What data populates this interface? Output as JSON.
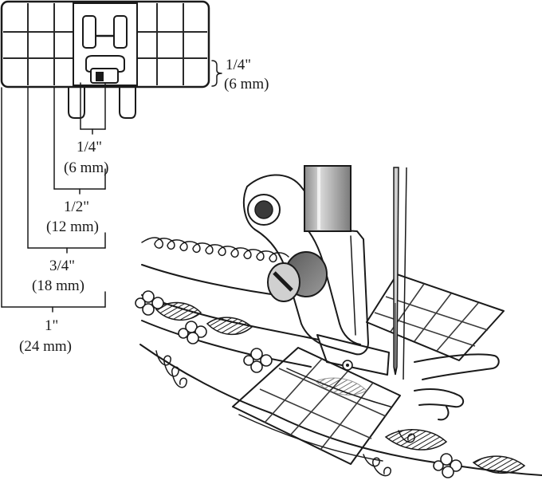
{
  "measurements": [
    {
      "id": "side-seam",
      "inch": "1/4\"",
      "mm": "(6 mm)"
    },
    {
      "id": "center-quarter",
      "inch": "1/4\"",
      "mm": "(6 mm)"
    },
    {
      "id": "half",
      "inch": "1/2\"",
      "mm": "(12 mm)"
    },
    {
      "id": "three-quarter",
      "inch": "3/4\"",
      "mm": "(18 mm)"
    },
    {
      "id": "one-inch",
      "inch": "1\"",
      "mm": "(24 mm)"
    }
  ],
  "colors": {
    "ink": "#1a1a1a",
    "grid": "#2a2a2a",
    "foot_face": "#ffffff",
    "shaft_shade": "#9a9a9a",
    "ribbon_fill": "#ffffff"
  },
  "icons": [
    "presser-foot-plan-view",
    "presser-foot-perspective",
    "needle",
    "decorative-stitch-ribbon"
  ]
}
